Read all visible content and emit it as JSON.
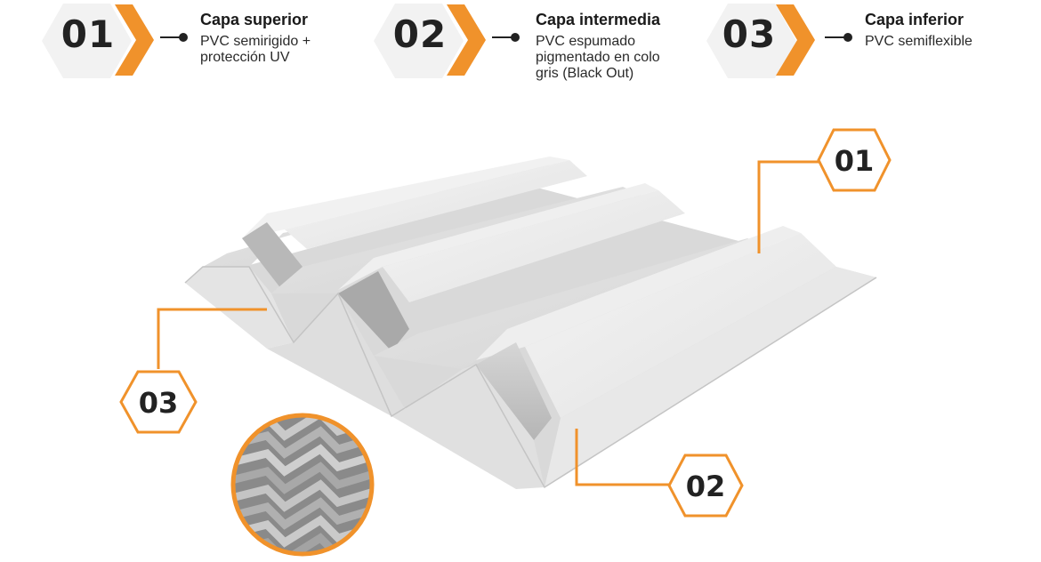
{
  "colors": {
    "accent": "#f0922b",
    "sheet_light": "#ececec",
    "sheet_mid": "#dcdcdc",
    "sheet_dark": "#bdbdbd",
    "sheet_shadow": "#a9a9a9"
  },
  "legend": [
    {
      "number": "01",
      "title": "Capa superior",
      "description": "PVC semirigido +\nprotección UV"
    },
    {
      "number": "02",
      "title": "Capa intermedia",
      "description": "PVC espumado\npigmentado en colo\ngris (Black Out)"
    },
    {
      "number": "03",
      "title": "Capa inferior",
      "description": "PVC semiflexible"
    }
  ],
  "callouts": [
    {
      "number": "01"
    },
    {
      "number": "02"
    },
    {
      "number": "03"
    }
  ],
  "icons": {
    "badge": "hexagon-number-badge",
    "arrow": "chevron-right-icon",
    "connector": "arrow-dot-connector-icon",
    "sample": "stacked-sheets-photo"
  }
}
